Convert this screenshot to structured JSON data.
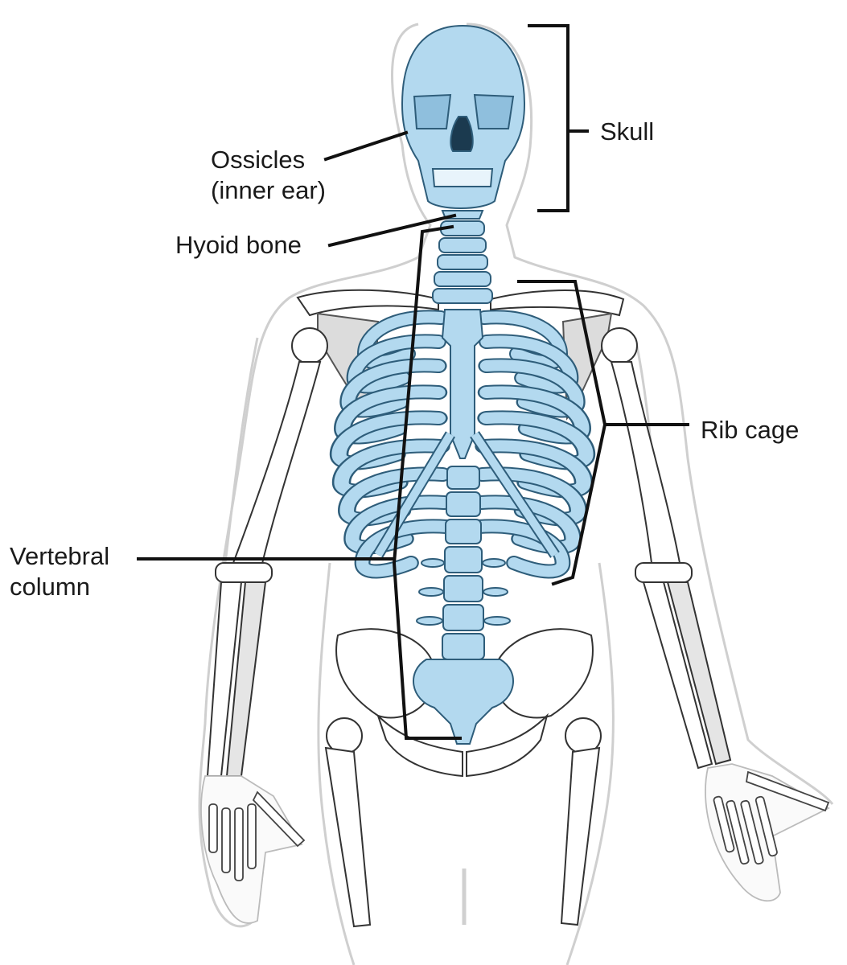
{
  "figure": {
    "subject": "Axial skeleton (highlighted) within human skeleton",
    "colors": {
      "axial_bone_fill": "#b3d9ef",
      "axial_bone_shade": "#8fbfdd",
      "axial_outline": "#2e5d7a",
      "appendicular_fill": "#ffffff",
      "appendicular_shade": "#d9d9d9",
      "appendicular_outline": "#333333",
      "body_outline": "#cccccc",
      "leader_line": "#111111",
      "label_text": "#1a1a1a"
    }
  },
  "labels": {
    "skull": "Skull",
    "ossicles_line1": "Ossicles",
    "ossicles_line2": "(inner ear)",
    "hyoid": "Hyoid bone",
    "rib_cage": "Rib cage",
    "vertebral_line1": "Vertebral",
    "vertebral_line2": "column"
  }
}
